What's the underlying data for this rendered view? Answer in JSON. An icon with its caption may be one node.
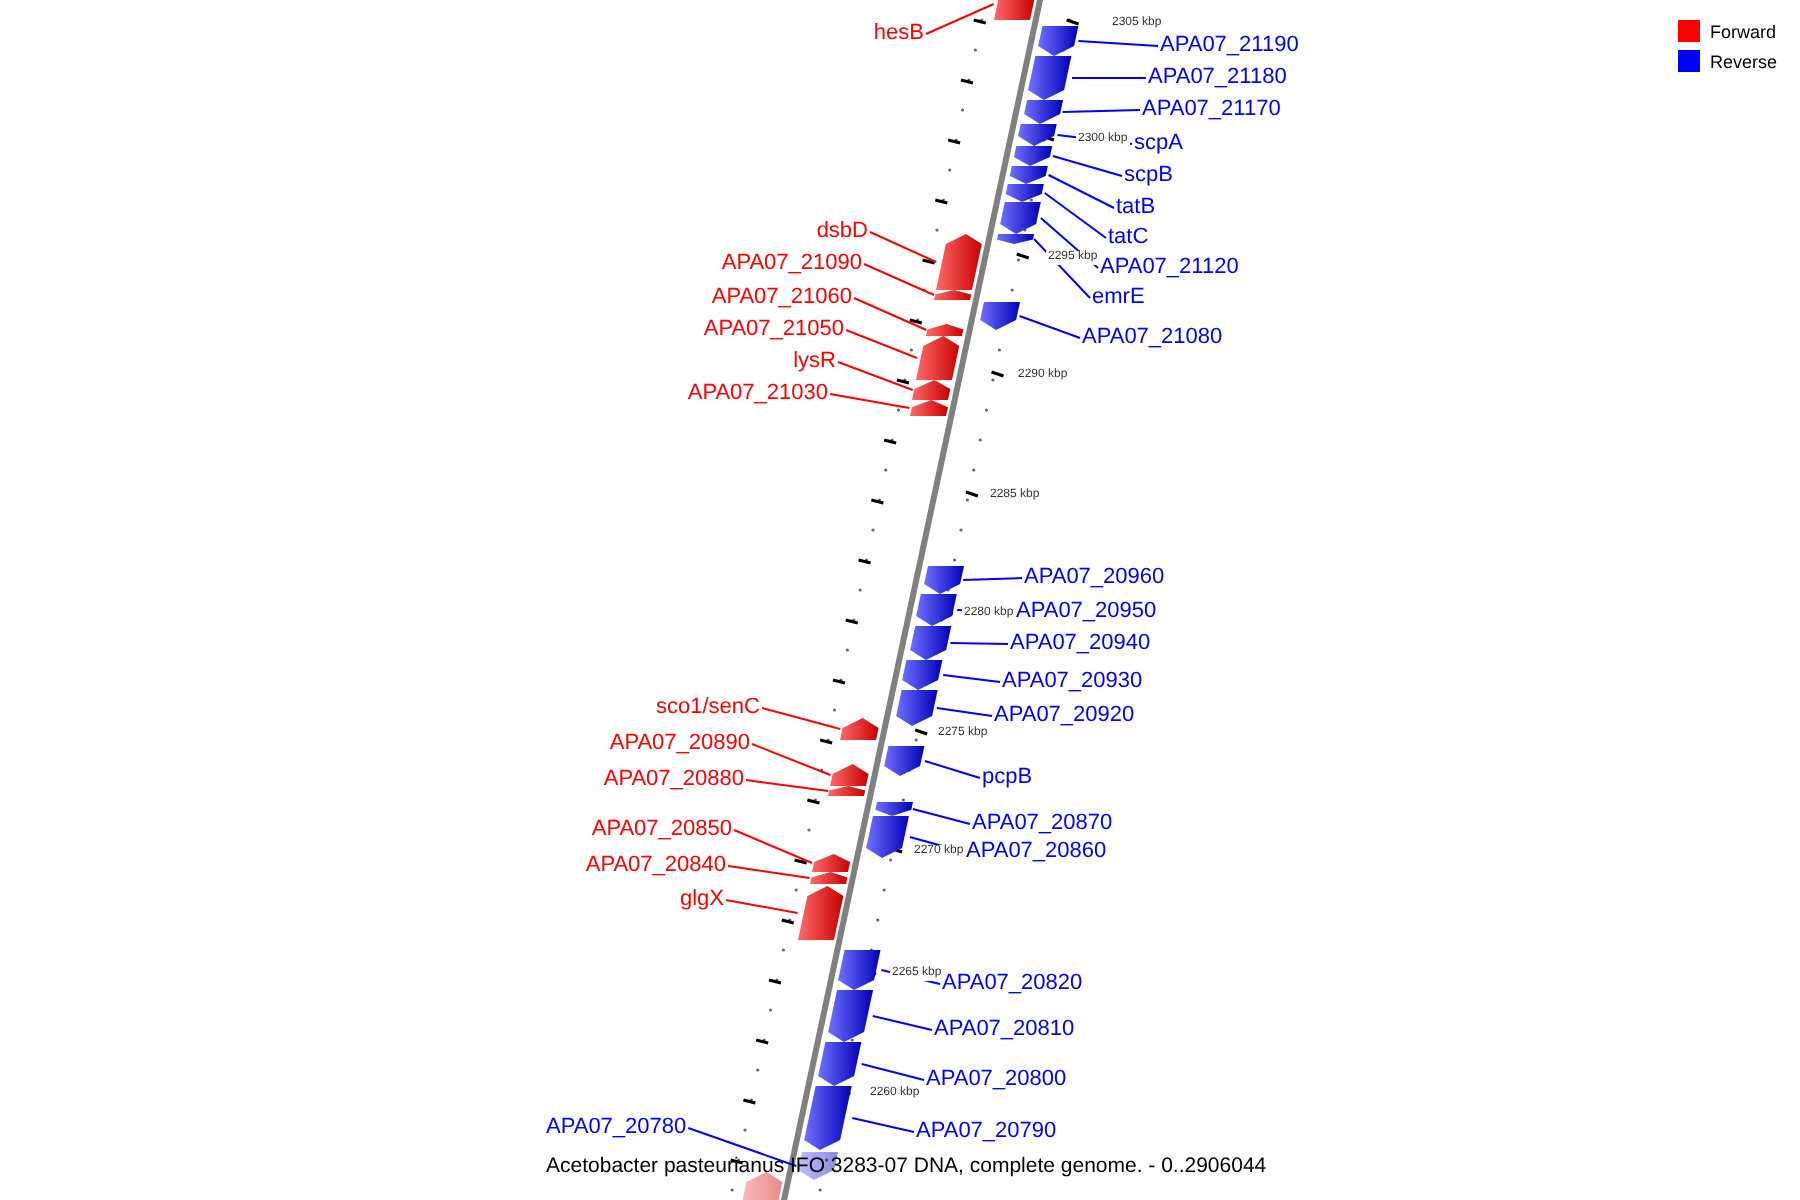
{
  "diagram": {
    "caption": "Acetobacter pasteurianus IFO 3283-07 DNA, complete genome. - 0..2906044",
    "nodes": [
      {
        "text": [
          "hesB"
        ]
      },
      {
        "text": [],
        "shape": "arrow"
      },
      {
        "text": [
          "APA07_21190"
        ]
      },
      {
        "text": [],
        "shape": "arrow"
      },
      {
        "text": [
          "APA07_21180"
        ]
      },
      {
        "text": [],
        "shape": "arrow"
      },
      {
        "text": [
          "APA07_21170"
        ]
      },
      {
        "text": [],
        "shape": "arrow"
      },
      {
        "text": [
          "scpA"
        ]
      },
      {
        "text": [],
        "shape": "arrow"
      },
      {
        "text": [
          "scpB"
        ]
      },
      {
        "text": [],
        "shape": "arrow"
      },
      {
        "text": [
          "tatB"
        ]
      },
      {
        "text": [],
        "shape": "arrow"
      },
      {
        "text": [
          "tatC"
        ]
      },
      {
        "text": [],
        "shape": "arrow"
      },
      {
        "text": [
          "dsbD"
        ]
      },
      {
        "text": [],
        "shape": "arrow"
      },
      {
        "text": [
          "APA07_21090"
        ]
      },
      {
        "text": [],
        "shape": "arrow"
      },
      {
        "text": [
          "APA07_21120"
        ]
      },
      {
        "text": [],
        "shape": "arrow"
      },
      {
        "text": [
          "emrE"
        ]
      },
      {
        "text": [],
        "shape": "arrow"
      },
      {
        "text": [
          "APA07_21060"
        ]
      },
      {
        "text": [],
        "shape": "arrow"
      },
      {
        "text": [
          "APA07_21050"
        ]
      },
      {
        "text": [],
        "shape": "arrow"
      },
      {
        "text": [
          "APA07_21080"
        ]
      },
      {
        "text": [],
        "shape": "arrow"
      },
      {
        "text": [
          "lysR"
        ]
      },
      {
        "text": [],
        "shape": "arrow"
      },
      {
        "text": [
          "APA07_21030"
        ]
      },
      {
        "text": [],
        "shape": "arrow"
      },
      {
        "text": [
          "APA07_20960"
        ]
      },
      {
        "text": [],
        "shape": "arrow"
      },
      {
        "text": [
          "APA07_20950"
        ]
      },
      {
        "text": [],
        "shape": "arrow"
      },
      {
        "text": [
          "APA07_20940"
        ]
      },
      {
        "text": [],
        "shape": "arrow"
      },
      {
        "text": [
          "APA07_20930"
        ]
      },
      {
        "text": [],
        "shape": "arrow"
      },
      {
        "text": [
          "sco1/senC"
        ]
      },
      {
        "text": [],
        "shape": "arrow"
      },
      {
        "text": [
          "APA07_20920"
        ]
      },
      {
        "text": [],
        "shape": "arrow"
      },
      {
        "text": [
          "APA07_20890"
        ]
      },
      {
        "text": [],
        "shape": "arrow"
      },
      {
        "text": [
          "pcpB"
        ]
      },
      {
        "text": [],
        "shape": "arrow"
      },
      {
        "text": [
          "APA07_20880"
        ]
      },
      {
        "text": [],
        "shape": "arrow"
      },
      {
        "text": [
          "APA07_20870"
        ]
      },
      {
        "text": [],
        "shape": "arrow"
      },
      {
        "text": [
          "APA07_20850"
        ]
      },
      {
        "text": [],
        "shape": "arrow"
      },
      {
        "text": [
          "APA07_20860"
        ]
      },
      {
        "text": [],
        "shape": "arrow"
      },
      {
        "text": [
          "APA07_20840"
        ]
      },
      {
        "text": [],
        "shape": "arrow"
      },
      {
        "text": [
          "glgX"
        ]
      },
      {
        "text": [],
        "shape": "arrow"
      },
      {
        "text": [
          "APA07_20820"
        ]
      },
      {
        "text": [],
        "shape": "arrow"
      },
      {
        "text": [
          "APA07_20810"
        ]
      },
      {
        "text": [],
        "shape": "arrow"
      },
      {
        "text": [
          "APA07_20800"
        ]
      },
      {
        "text": [],
        "shape": "arrow"
      },
      {
        "text": [
          "APA07_20780"
        ]
      },
      {
        "text": [],
        "shape": "arrow"
      },
      {
        "text": [
          "APA07_20790"
        ]
      },
      {
        "text": [],
        "shape": "arrow"
      },
      {
        "text": [],
        "shape": "arrow"
      }
    ],
    "edges": [
      {
        "from": 0,
        "to": 1,
        "arrow": "none",
        "color": "#ff0000"
      },
      {
        "from": 2,
        "to": 3,
        "arrow": "none",
        "color": "#0000ff"
      },
      {
        "from": 4,
        "to": 5,
        "arrow": "none",
        "color": "#0000ff"
      },
      {
        "from": 6,
        "to": 7,
        "arrow": "none",
        "color": "#0000ff"
      },
      {
        "from": 8,
        "to": 9,
        "arrow": "none",
        "color": "#0000ff"
      },
      {
        "from": 10,
        "to": 11,
        "arrow": "none",
        "color": "#0000ff"
      },
      {
        "from": 12,
        "to": 13,
        "arrow": "none",
        "color": "#0000ff"
      },
      {
        "from": 14,
        "to": 15,
        "arrow": "none",
        "color": "#0000ff"
      },
      {
        "from": 16,
        "to": 17,
        "arrow": "none",
        "color": "#ff0000"
      },
      {
        "from": 18,
        "to": 19,
        "arrow": "none",
        "color": "#ff0000"
      },
      {
        "from": 20,
        "to": 21,
        "arrow": "none",
        "color": "#0000ff"
      },
      {
        "from": 22,
        "to": 23,
        "arrow": "none",
        "color": "#0000ff"
      },
      {
        "from": 24,
        "to": 25,
        "arrow": "none",
        "color": "#ff0000"
      },
      {
        "from": 26,
        "to": 27,
        "arrow": "none",
        "color": "#ff0000"
      },
      {
        "from": 28,
        "to": 29,
        "arrow": "none",
        "color": "#0000ff"
      },
      {
        "from": 30,
        "to": 31,
        "arrow": "none",
        "color": "#ff0000"
      },
      {
        "from": 32,
        "to": 33,
        "arrow": "none",
        "color": "#ff0000"
      },
      {
        "from": 34,
        "to": 35,
        "arrow": "none",
        "color": "#0000ff"
      },
      {
        "from": 36,
        "to": 37,
        "arrow": "none",
        "color": "#0000ff"
      },
      {
        "from": 38,
        "to": 39,
        "arrow": "none",
        "color": "#0000ff"
      },
      {
        "from": 40,
        "to": 41,
        "arrow": "none",
        "color": "#0000ff"
      },
      {
        "from": 42,
        "to": 43,
        "arrow": "none",
        "color": "#ff0000"
      },
      {
        "from": 44,
        "to": 45,
        "arrow": "none",
        "color": "#0000ff"
      },
      {
        "from": 46,
        "to": 47,
        "arrow": "none",
        "color": "#ff0000"
      },
      {
        "from": 48,
        "to": 49,
        "arrow": "none",
        "color": "#0000ff"
      },
      {
        "from": 50,
        "to": 51,
        "arrow": "none",
        "color": "#ff0000"
      },
      {
        "from": 52,
        "to": 53,
        "arrow": "none",
        "color": "#0000ff"
      },
      {
        "from": 54,
        "to": 55,
        "arrow": "none",
        "color": "#ff0000"
      },
      {
        "from": 56,
        "to": 57,
        "arrow": "none",
        "color": "#0000ff"
      },
      {
        "from": 58,
        "to": 59,
        "arrow": "none",
        "color": "#ff0000"
      },
      {
        "from": 60,
        "to": 61,
        "arrow": "none",
        "color": "#ff0000"
      },
      {
        "from": 62,
        "to": 63,
        "arrow": "none",
        "color": "#0000ff"
      },
      {
        "from": 64,
        "to": 65,
        "arrow": "none",
        "color": "#0000ff"
      },
      {
        "from": 66,
        "to": 67,
        "arrow": "none",
        "color": "#0000ff"
      },
      {
        "from": 68,
        "to": 69,
        "arrow": "none",
        "color": "#0000ff"
      },
      {
        "from": 70,
        "to": 71,
        "arrow": "none",
        "color": "#0000ff"
      }
    ],
    "labels": [
      "2305 kbp",
      "2300 kbp",
      "2295 kbp",
      "2290 kbp",
      "2285 kbp",
      "2280 kbp",
      "2275 kbp",
      "2270 kbp",
      "2265 kbp",
      "2260 kbp"
    ],
    "legend": [
      {
        "text": "Forward",
        "color": "#ff0000"
      },
      {
        "text": "Reverse",
        "color": "#0000ff"
      }
    ]
  }
}
